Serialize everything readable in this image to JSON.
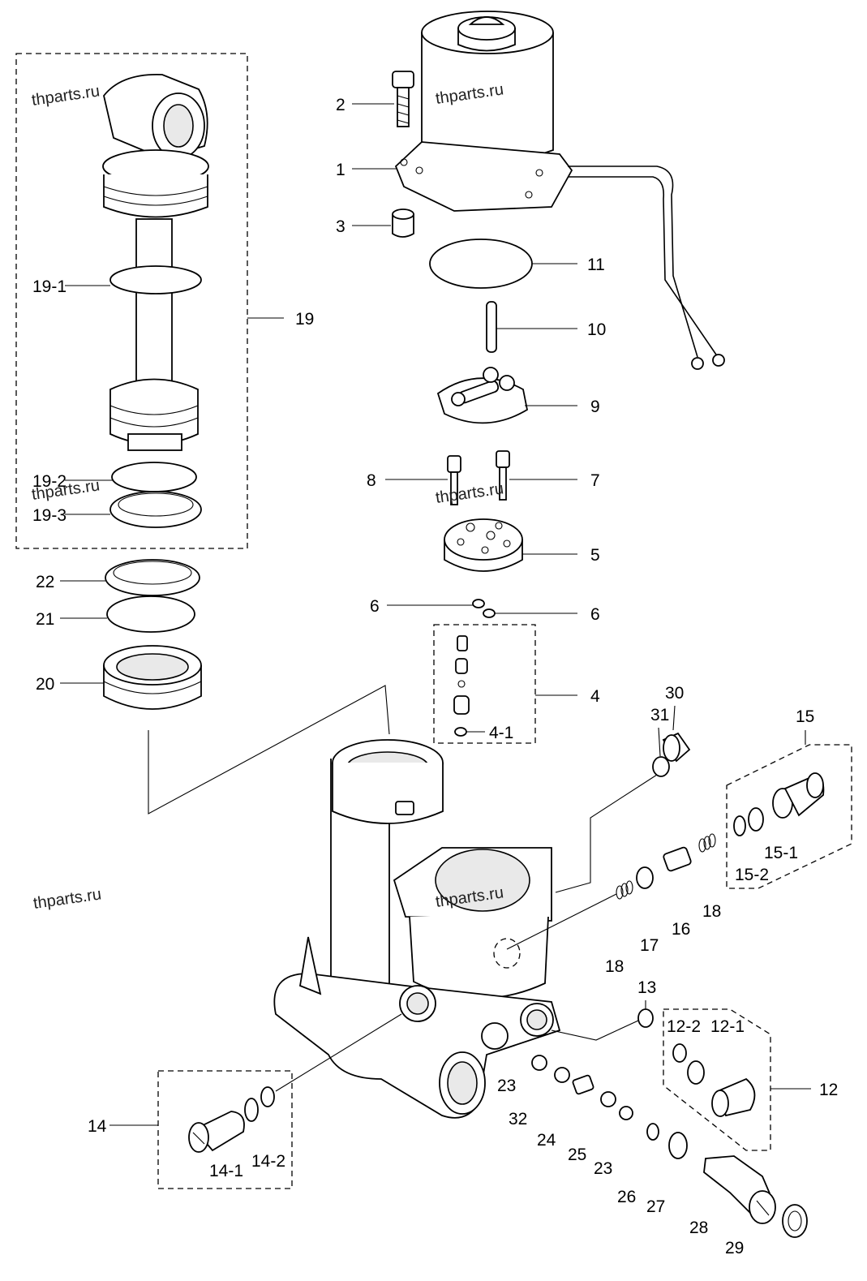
{
  "watermarks": [
    "thparts.ru",
    "thparts.ru",
    "thparts.ru",
    "thparts.ru",
    "thparts.ru",
    "thparts.ru"
  ],
  "callouts": {
    "c1": "1",
    "c2": "2",
    "c3": "3",
    "c4": "4",
    "c4_1": "4-1",
    "c5": "5",
    "c6a": "6",
    "c6b": "6",
    "c7": "7",
    "c8": "8",
    "c9": "9",
    "c10": "10",
    "c11": "11",
    "c12": "12",
    "c12_1": "12-1",
    "c12_2": "12-2",
    "c13": "13",
    "c14": "14",
    "c14_1": "14-1",
    "c14_2": "14-2",
    "c15": "15",
    "c15_1": "15-1",
    "c15_2": "15-2",
    "c16": "16",
    "c17": "17",
    "c18a": "18",
    "c18b": "18",
    "c19": "19",
    "c19_1": "19-1",
    "c19_2": "19-2",
    "c19_3": "19-3",
    "c20": "20",
    "c21": "21",
    "c22": "22",
    "c23a": "23",
    "c23b": "23",
    "c24": "24",
    "c25": "25",
    "c26": "26",
    "c27": "27",
    "c28": "28",
    "c29": "29",
    "c30": "30",
    "c31": "31",
    "c32": "32"
  }
}
